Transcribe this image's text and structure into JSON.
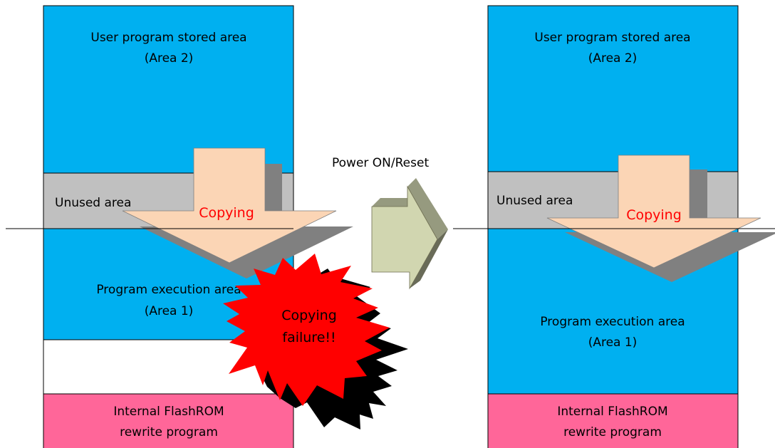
{
  "colors": {
    "stored_area": "#00b0f0",
    "unused_area": "#c0c0c0",
    "exec_area": "#00b0f0",
    "flashrom_area": "#ff6699",
    "empty_area": "#ffffff",
    "copy_arrow": "#fbd5b5",
    "arrow_shadow": "#808080",
    "transition_arrow": "#d1d6b0",
    "failure_burst": "#ff0000",
    "copying_text": "#ff0000"
  },
  "left_panel": {
    "stored_line1": "User program stored area",
    "stored_line2": "(Area 2)",
    "unused": "Unused area",
    "copying": "Copying",
    "exec_line1": "Program execution area",
    "exec_line2": "(Area 1)",
    "flash_line1": "Internal FlashROM",
    "flash_line2": "rewrite program"
  },
  "failure": {
    "line1": "Copying",
    "line2": "failure!!"
  },
  "transition": {
    "label": "Power ON/Reset"
  },
  "right_panel": {
    "stored_line1": "User program stored area",
    "stored_line2": "(Area 2)",
    "unused": "Unused area",
    "copying": "Copying",
    "exec_line1": "Program execution area",
    "exec_line2": "(Area 1)",
    "flash_line1": "Internal FlashROM",
    "flash_line2": "rewrite program"
  }
}
